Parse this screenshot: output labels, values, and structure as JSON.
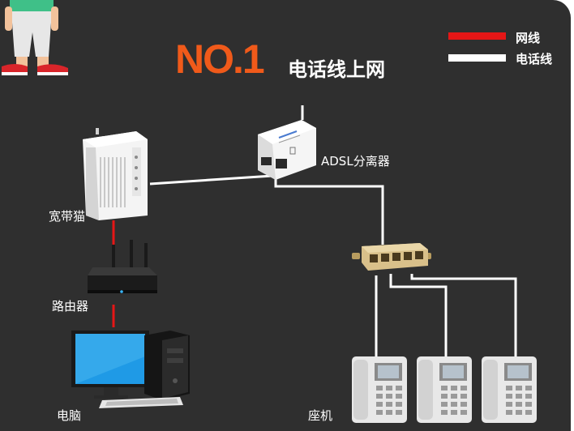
{
  "title": {
    "number": "NO.1",
    "subtitle": "电话线上网"
  },
  "legend": [
    {
      "label": "网线",
      "color": "#e51616"
    },
    {
      "label": "电话线",
      "color": "#ffffff"
    }
  ],
  "devices": {
    "modem": "宽带猫",
    "splitter": "ADSL分离器",
    "router": "路由器",
    "computer": "电脑",
    "phone": "座机"
  },
  "colors": {
    "network_cable": "#e51616",
    "phone_cable": "#ffffff",
    "accent": "#f05a1a",
    "background": "#2f2f2f"
  }
}
